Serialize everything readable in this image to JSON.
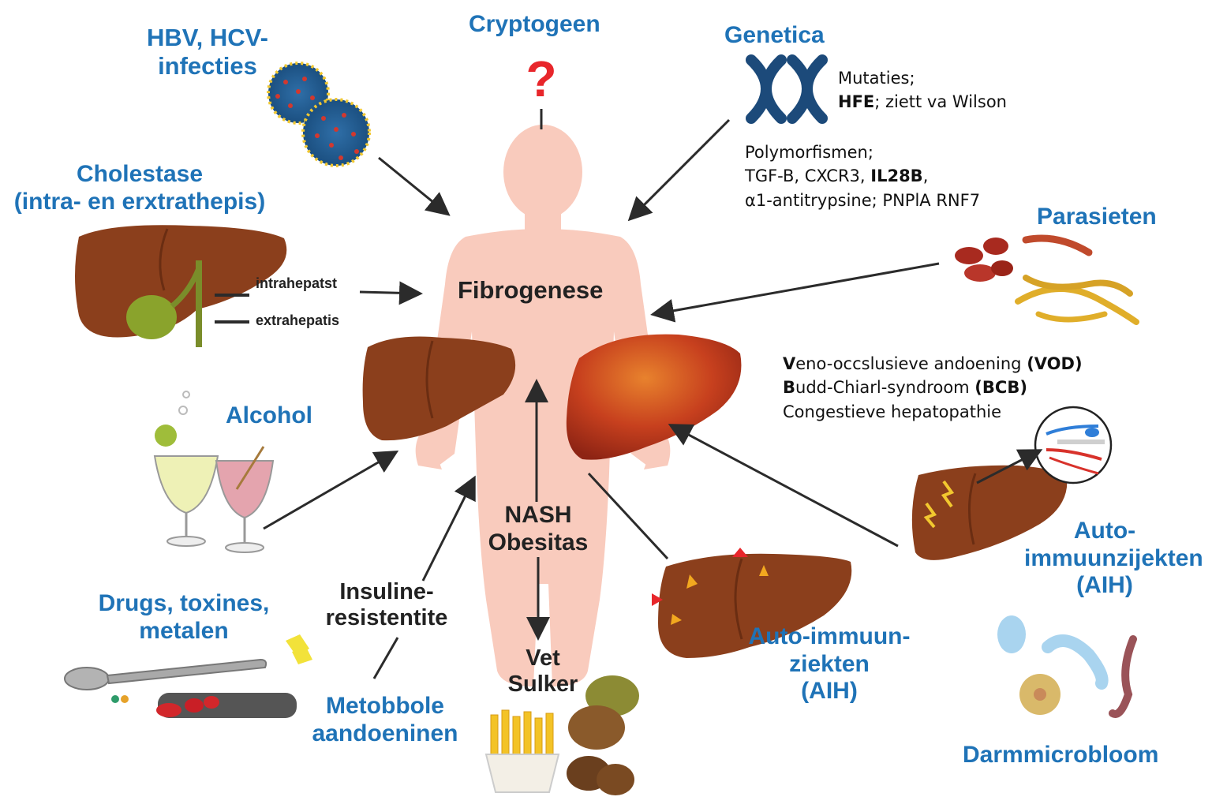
{
  "colors": {
    "label_blue": "#1f73b7",
    "body_pink": "#f9cbbd",
    "liver_brown": "#8b3f1c",
    "arrow": "#2b2b2b",
    "question_red": "#e8262b"
  },
  "center": {
    "label": "Fibrogenese"
  },
  "cryptogeen": {
    "title": "Cryptogeen",
    "symbol": "?"
  },
  "viral": {
    "line1": "HBV, HCV-",
    "line2": "infecties"
  },
  "genetica": {
    "title": "Genetica",
    "mutaties": "Mutaties;",
    "hfe_bold": "HFE",
    "hfe_rest": "; ziett va Wilson",
    "poly_title": "Polymorfismen;",
    "poly_a": "TGF-B, CXCR3, ",
    "poly_bold": "IL28B",
    "poly_c": ",",
    "poly_line3": "α1-antitrypsine; PNPlA RNF7"
  },
  "cholestase": {
    "line1": "Cholestase",
    "line2": "(intra- en erxtrathepis)",
    "intra": "intrahepatst",
    "extra": "extrahepatis"
  },
  "parasieten": {
    "title": "Parasieten"
  },
  "vascular": {
    "l1_first": "V",
    "l1_rest": "eno-occslusieve andoening ",
    "l1_bold": "(VOD)",
    "l2_first": "B",
    "l2_rest": "udd-Chiarl-syndroom ",
    "l2_bold": "(BCB)",
    "l3": "Congestieve hepatopathie"
  },
  "alcohol": {
    "title": "Alcohol"
  },
  "drugs": {
    "line1": "Drugs, toxines,",
    "line2": "metalen"
  },
  "insuline": {
    "line1": "Insuline-",
    "line2": "resistentite"
  },
  "metabool": {
    "line1": "Metobbole",
    "line2": "aandoeninen"
  },
  "nash": {
    "line1": "NASH",
    "line2": "Obesitas"
  },
  "food": {
    "line1": "Vet",
    "line2": "Sulker"
  },
  "aih_center": {
    "line1": "Auto-immuun-",
    "line2": "ziekten",
    "line3": "(AIH)"
  },
  "aih_right": {
    "line1": "Auto-",
    "line2": "immuunzijekten",
    "line3": "(AIH)"
  },
  "microbioom": {
    "title": "Darmmicrobloom"
  }
}
